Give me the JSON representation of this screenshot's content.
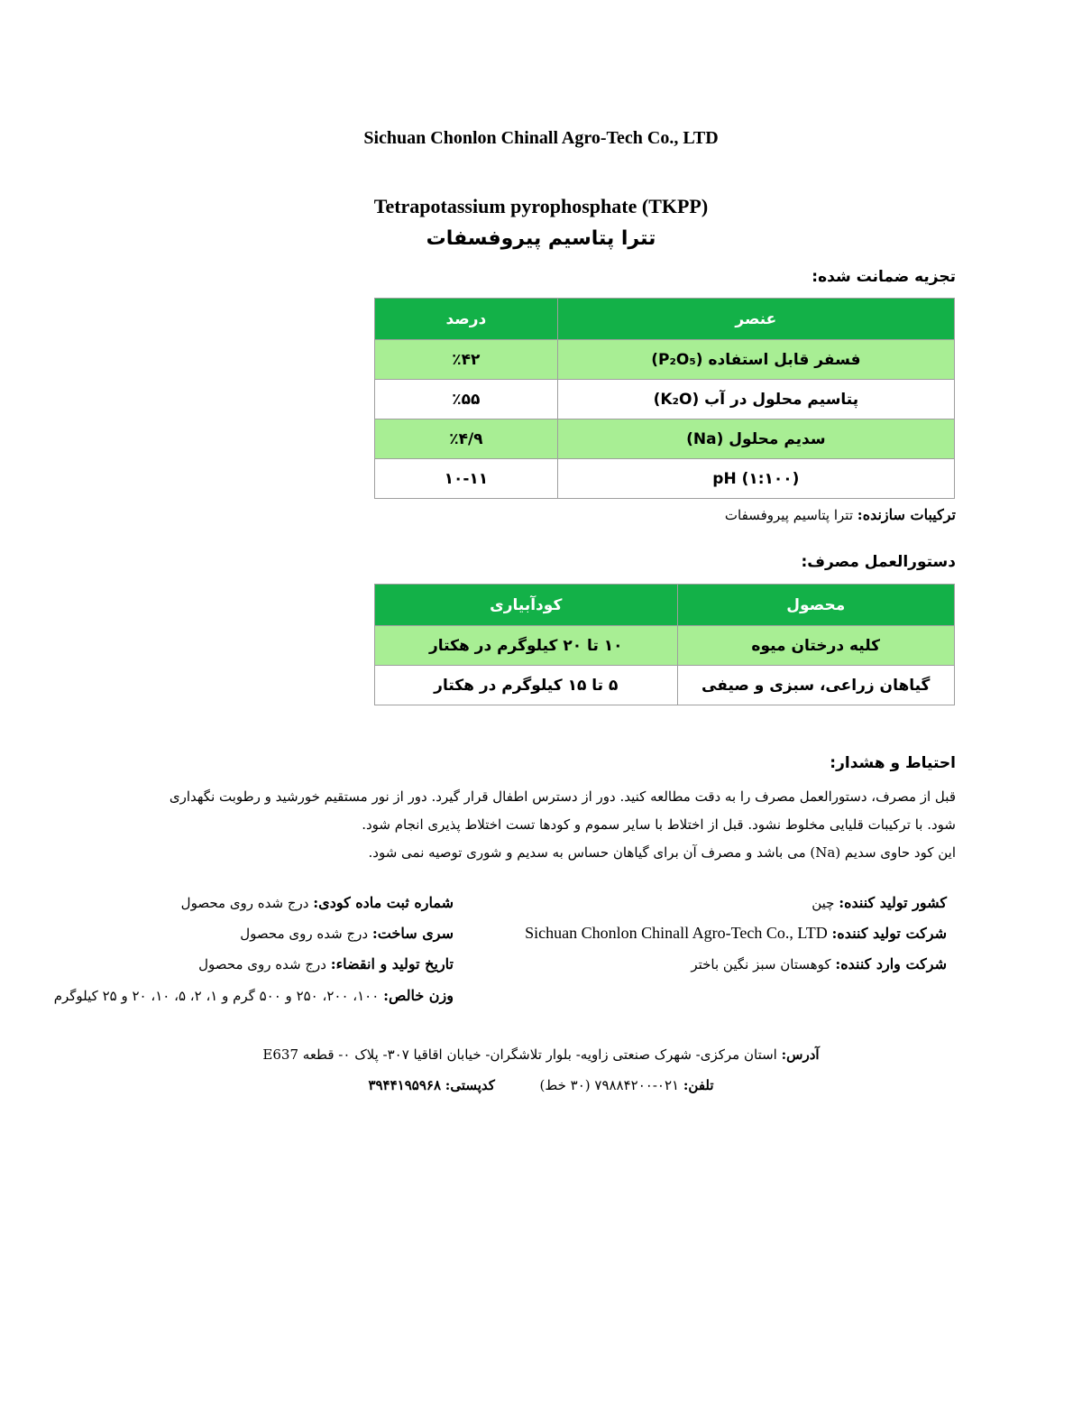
{
  "header": {
    "company": "Sichuan Chonlon Chinall Agro-Tech Co., LTD",
    "product_en": "Tetrapotassium pyrophosphate (TKPP)",
    "product_fa": "تترا پتاسیم پیروفسفات"
  },
  "analysis": {
    "title": "تجزیه ضمانت شده:",
    "headers": {
      "element": "عنصر",
      "percent": "درصد"
    },
    "rows": [
      {
        "element": "فسفر قابل استفاده (P₂O₅)",
        "value": "٪۴۲"
      },
      {
        "element": "پتاسیم محلول در آب (K₂O)",
        "value": "٪۵۵"
      },
      {
        "element": "سدیم محلول (Na)",
        "value": "٪۴/۹"
      },
      {
        "element": "pH (۱:۱۰۰)",
        "value": "۱۰-۱۱"
      }
    ]
  },
  "ingredients": {
    "label": "ترکیبات سازنده:",
    "value": "تترا پتاسیم پیروفسفات"
  },
  "usage": {
    "title": "دستورالعمل مصرف:",
    "headers": {
      "crop": "محصول",
      "method": "کودآبیاری"
    },
    "rows": [
      {
        "crop": "کلیه درختان میوه",
        "method": "۱۰ تا ۲۰ کیلوگرم در هکتار"
      },
      {
        "crop": "گیاهان زراعی، سبزی و صیفی",
        "method": "۵ تا ۱۵ کیلوگرم در هکتار"
      }
    ]
  },
  "caution": {
    "title": "احتیاط و هشدار:",
    "line1": "قبل از مصرف، دستورالعمل مصرف را به دقت مطالعه کنید. دور از دسترس اطفال قرار گیرد. دور از نور مستقیم خورشید و رطوبت نگهداری",
    "line2": "شود. با ترکیبات قلیایی مخلوط نشود. قبل از اختلاط با سایر سموم و کودها تست اختلاط پذیری انجام شود.",
    "line3": "این کود حاوی سدیم (Na) می باشد و مصرف آن برای گیاهان حساس به سدیم و شوری توصیه نمی شود."
  },
  "info": {
    "country_label": "کشور تولید کننده:",
    "country_value": "چین",
    "manufacturer_label": "شرکت تولید کننده:",
    "manufacturer_value": "Sichuan Chonlon Chinall Agro-Tech Co., LTD",
    "importer_label": "شرکت وارد کننده:",
    "importer_value": "کوهستان سبز نگین باختر",
    "registration_label": "شماره ثبت ماده کودی:",
    "registration_value": "درج شده روی محصول",
    "batch_label": "سری ساخت:",
    "batch_value": "درج شده روی محصول",
    "dates_label": "تاریخ تولید و انقضاء:",
    "dates_value": "درج شده روی محصول",
    "weight_label": "وزن خالص:",
    "weight_value": "۱۰۰، ۲۰۰، ۲۵۰ و ۵۰۰ گرم و ۱، ۲، ۵، ۱۰، ۲۰ و ۲۵ کیلوگرم"
  },
  "contact": {
    "address_label": "آدرس:",
    "address_value": "استان مرکزی- شهرک صنعتی زاویه- بلوار تلاشگران- خیابان اقاقیا ۳۰۷- پلاک ۰- قطعه E637",
    "phone_label": "تلفن:",
    "phone_value": "۰۲۱-۷۹۸۸۴۲۰۰ (۳۰ خط)",
    "postal_label": "کدپستی:",
    "postal_value": "۳۹۴۴۱۹۵۹۶۸"
  }
}
